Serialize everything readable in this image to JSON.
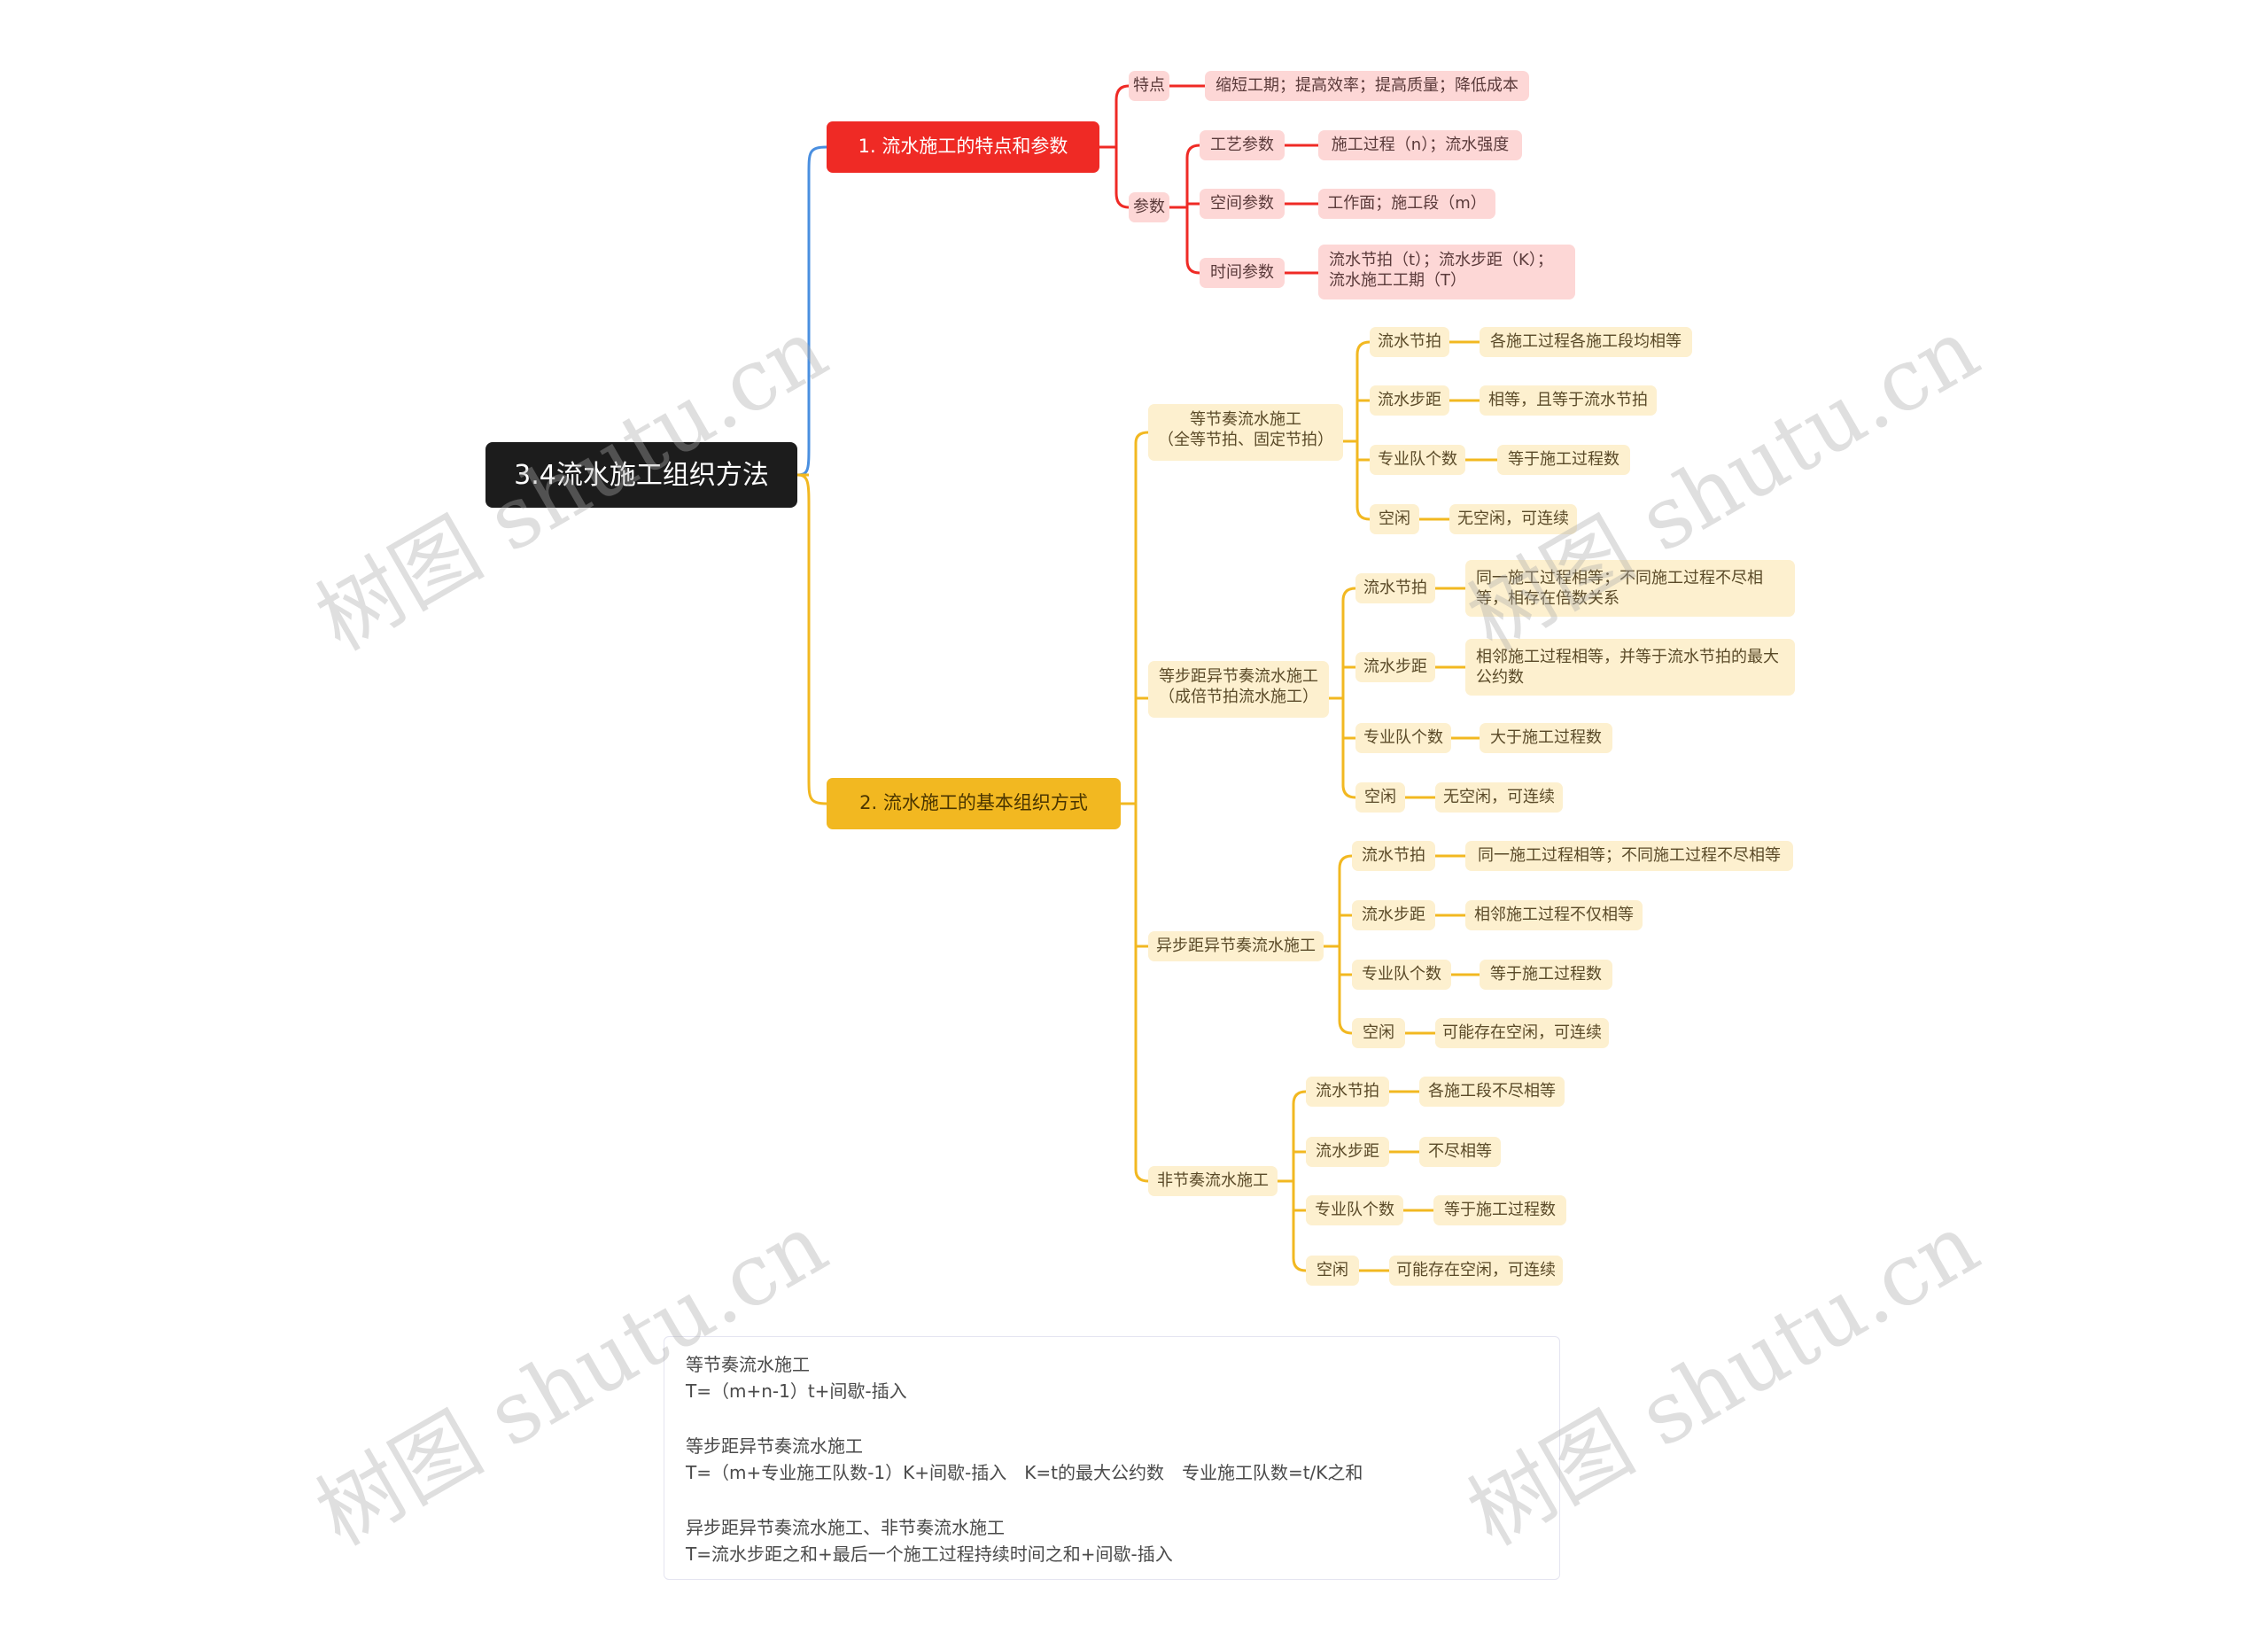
{
  "root": "3.4流水施工组织方法",
  "branch1": {
    "title": "1. 流水施工的特点和参数",
    "features": {
      "label": "特点",
      "text": "缩短工期；提高效率；提高质量；降低成本"
    },
    "params": {
      "label": "参数",
      "process": {
        "label": "工艺参数",
        "text": "施工过程（n）；流水强度"
      },
      "space": {
        "label": "空间参数",
        "text": "工作面；施工段（m）"
      },
      "time": {
        "label": "时间参数",
        "line1": "流水节拍（t）；流水步距（K）；",
        "line2": "流水施工工期（T）"
      }
    }
  },
  "branch2": {
    "title": "2. 流水施工的基本组织方式",
    "g1": {
      "title1": "等节奏流水施工",
      "title2": "（全等节拍、固定节拍）",
      "items": [
        {
          "label": "流水节拍",
          "text": "各施工过程各施工段均相等"
        },
        {
          "label": "流水步距",
          "text": "相等，且等于流水节拍"
        },
        {
          "label": "专业队个数",
          "text": "等于施工过程数"
        },
        {
          "label": "空闲",
          "text": "无空闲，可连续"
        }
      ]
    },
    "g2": {
      "title1": "等步距异节奏流水施工",
      "title2": "（成倍节拍流水施工）",
      "items": [
        {
          "label": "流水节拍",
          "text": "同一施工过程相等；不同施工过程不尽相等，相存在倍数关系"
        },
        {
          "label": "流水步距",
          "text": "相邻施工过程相等，并等于流水节拍的最大公约数"
        },
        {
          "label": "专业队个数",
          "text": "大于施工过程数"
        },
        {
          "label": "空闲",
          "text": "无空闲，可连续"
        }
      ]
    },
    "g3": {
      "title": "异步距异节奏流水施工",
      "items": [
        {
          "label": "流水节拍",
          "text": "同一施工过程相等；不同施工过程不尽相等"
        },
        {
          "label": "流水步距",
          "text": "相邻施工过程不仅相等"
        },
        {
          "label": "专业队个数",
          "text": "等于施工过程数"
        },
        {
          "label": "空闲",
          "text": "可能存在空闲，可连续"
        }
      ]
    },
    "g4": {
      "title": "非节奏流水施工",
      "items": [
        {
          "label": "流水节拍",
          "text": "各施工段不尽相等"
        },
        {
          "label": "流水步距",
          "text": "不尽相等"
        },
        {
          "label": "专业队个数",
          "text": "等于施工过程数"
        },
        {
          "label": "空闲",
          "text": "可能存在空闲，可连续"
        }
      ]
    }
  },
  "formulas": [
    {
      "name": "等节奏流水施工",
      "formula": "T=（m+n-1）t+间歇-插入"
    },
    {
      "name": "等步距异节奏流水施工",
      "formula": "T=（m+专业施工队数-1）K+间歇-插入　K=t的最大公约数　专业施工队数=t/K之和"
    },
    {
      "name": "异步距异节奏流水施工、非节奏流水施工",
      "formula": "T=流水步距之和+最后一个施工过程持续时间之和+间歇-插入"
    }
  ],
  "watermark": "树图 shutu.cn",
  "colors": {
    "red": "#ef2a25",
    "yellow": "#f2b821",
    "blue": "#4a8fe0",
    "pinkNode": "#fdd7d6",
    "creamNode": "#fdf0cf",
    "root": "#1c1c1c"
  }
}
